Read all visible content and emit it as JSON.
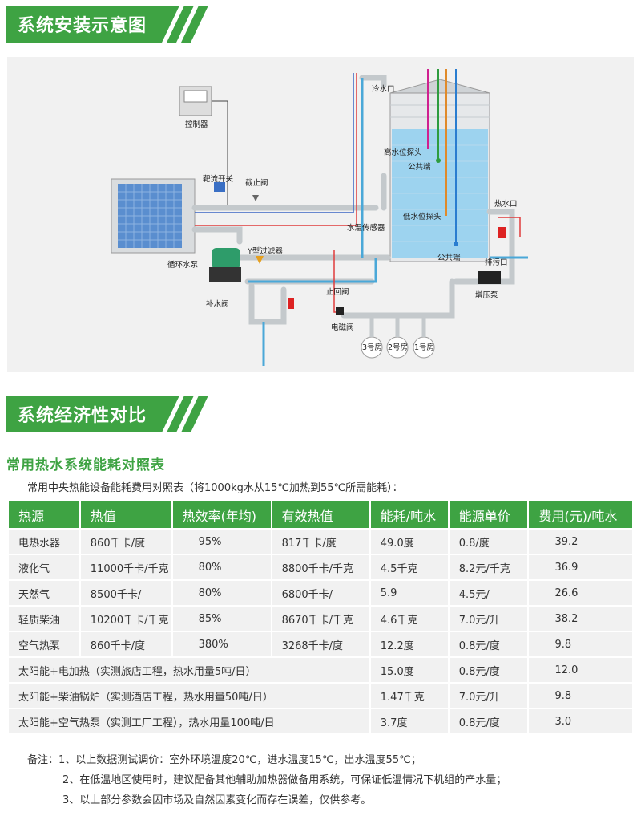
{
  "section1_title": "系统安装示意图",
  "section2_title": "系统经济性对比",
  "diagram": {
    "controller": "控制器",
    "flow_switch": "靶流开关",
    "stop_valve": "截止阀",
    "cold_inlet": "冷水口",
    "high_probe": "高水位探头",
    "common1": "公共端",
    "low_probe": "低水位探头",
    "temp_sensor": "水温传感器",
    "common2": "公共端",
    "hot_outlet": "热水口",
    "drain": "排污口",
    "booster_pump": "增压泵",
    "y_filter": "Y型过滤器",
    "circ_pump": "循环水泵",
    "check_valve": "止回阀",
    "makeup_valve": "补水阀",
    "solenoid": "电磁阀",
    "room3": "3号房",
    "room2": "2号房",
    "room1": "1号房"
  },
  "table_title": "常用热水系统能耗对照表",
  "table_note": "常用中央热能设备能耗费用对照表（将1000kg水从15℃加热到55℃所需能耗）：",
  "table": {
    "headers": [
      "热源",
      "热值",
      "热效率(年均)",
      "有效热值",
      "能耗/吨水",
      "能源单价",
      "费用(元)/吨水"
    ],
    "rows": [
      [
        "电热水器",
        "860千卡/度",
        "95%",
        "817千卡/度",
        "49.0度",
        "0.8/度",
        "39.2"
      ],
      [
        "液化气",
        "11000千卡/千克",
        "80%",
        "8800千卡/千克",
        "4.5千克",
        "8.2元/千克",
        "36.9"
      ],
      [
        "天然气",
        "8500千卡/",
        "80%",
        "6800千卡/",
        "5.9",
        "4.5元/",
        "26.6"
      ],
      [
        "轻质柴油",
        "10200千卡/千克",
        "85%",
        "8670千卡/千克",
        "4.6千克",
        "7.0元/升",
        "38.2"
      ],
      [
        "空气热泵",
        "860千卡/度",
        "380%",
        "3268千卡/度",
        "12.2度",
        "0.8元/度",
        "9.8"
      ]
    ],
    "span_rows": [
      [
        "太阳能+电加热（实测旅店工程，热水用量5吨/日）",
        "15.0度",
        "0.8元/度",
        "12.0"
      ],
      [
        "太阳能+柴油锅炉（实测酒店工程，热水用量50吨/日）",
        "1.47千克",
        "7.0元/升",
        "9.8"
      ],
      [
        "太阳能+空气热泵（实测工厂工程），热水用量100吨/日",
        "3.7度",
        "0.8元/度",
        "3.0"
      ]
    ]
  },
  "remarks": [
    "备注：1、以上数据测试调价：室外环境温度20℃，进水温度15℃，出水温度55℃；",
    "2、在低温地区使用时，建议配备其他辅助加热器做备用系统，可保证低温情况下机组的产水量；",
    "3、以上部分参数会因市场及自然因素变化而存在误差，仅供参考。"
  ]
}
